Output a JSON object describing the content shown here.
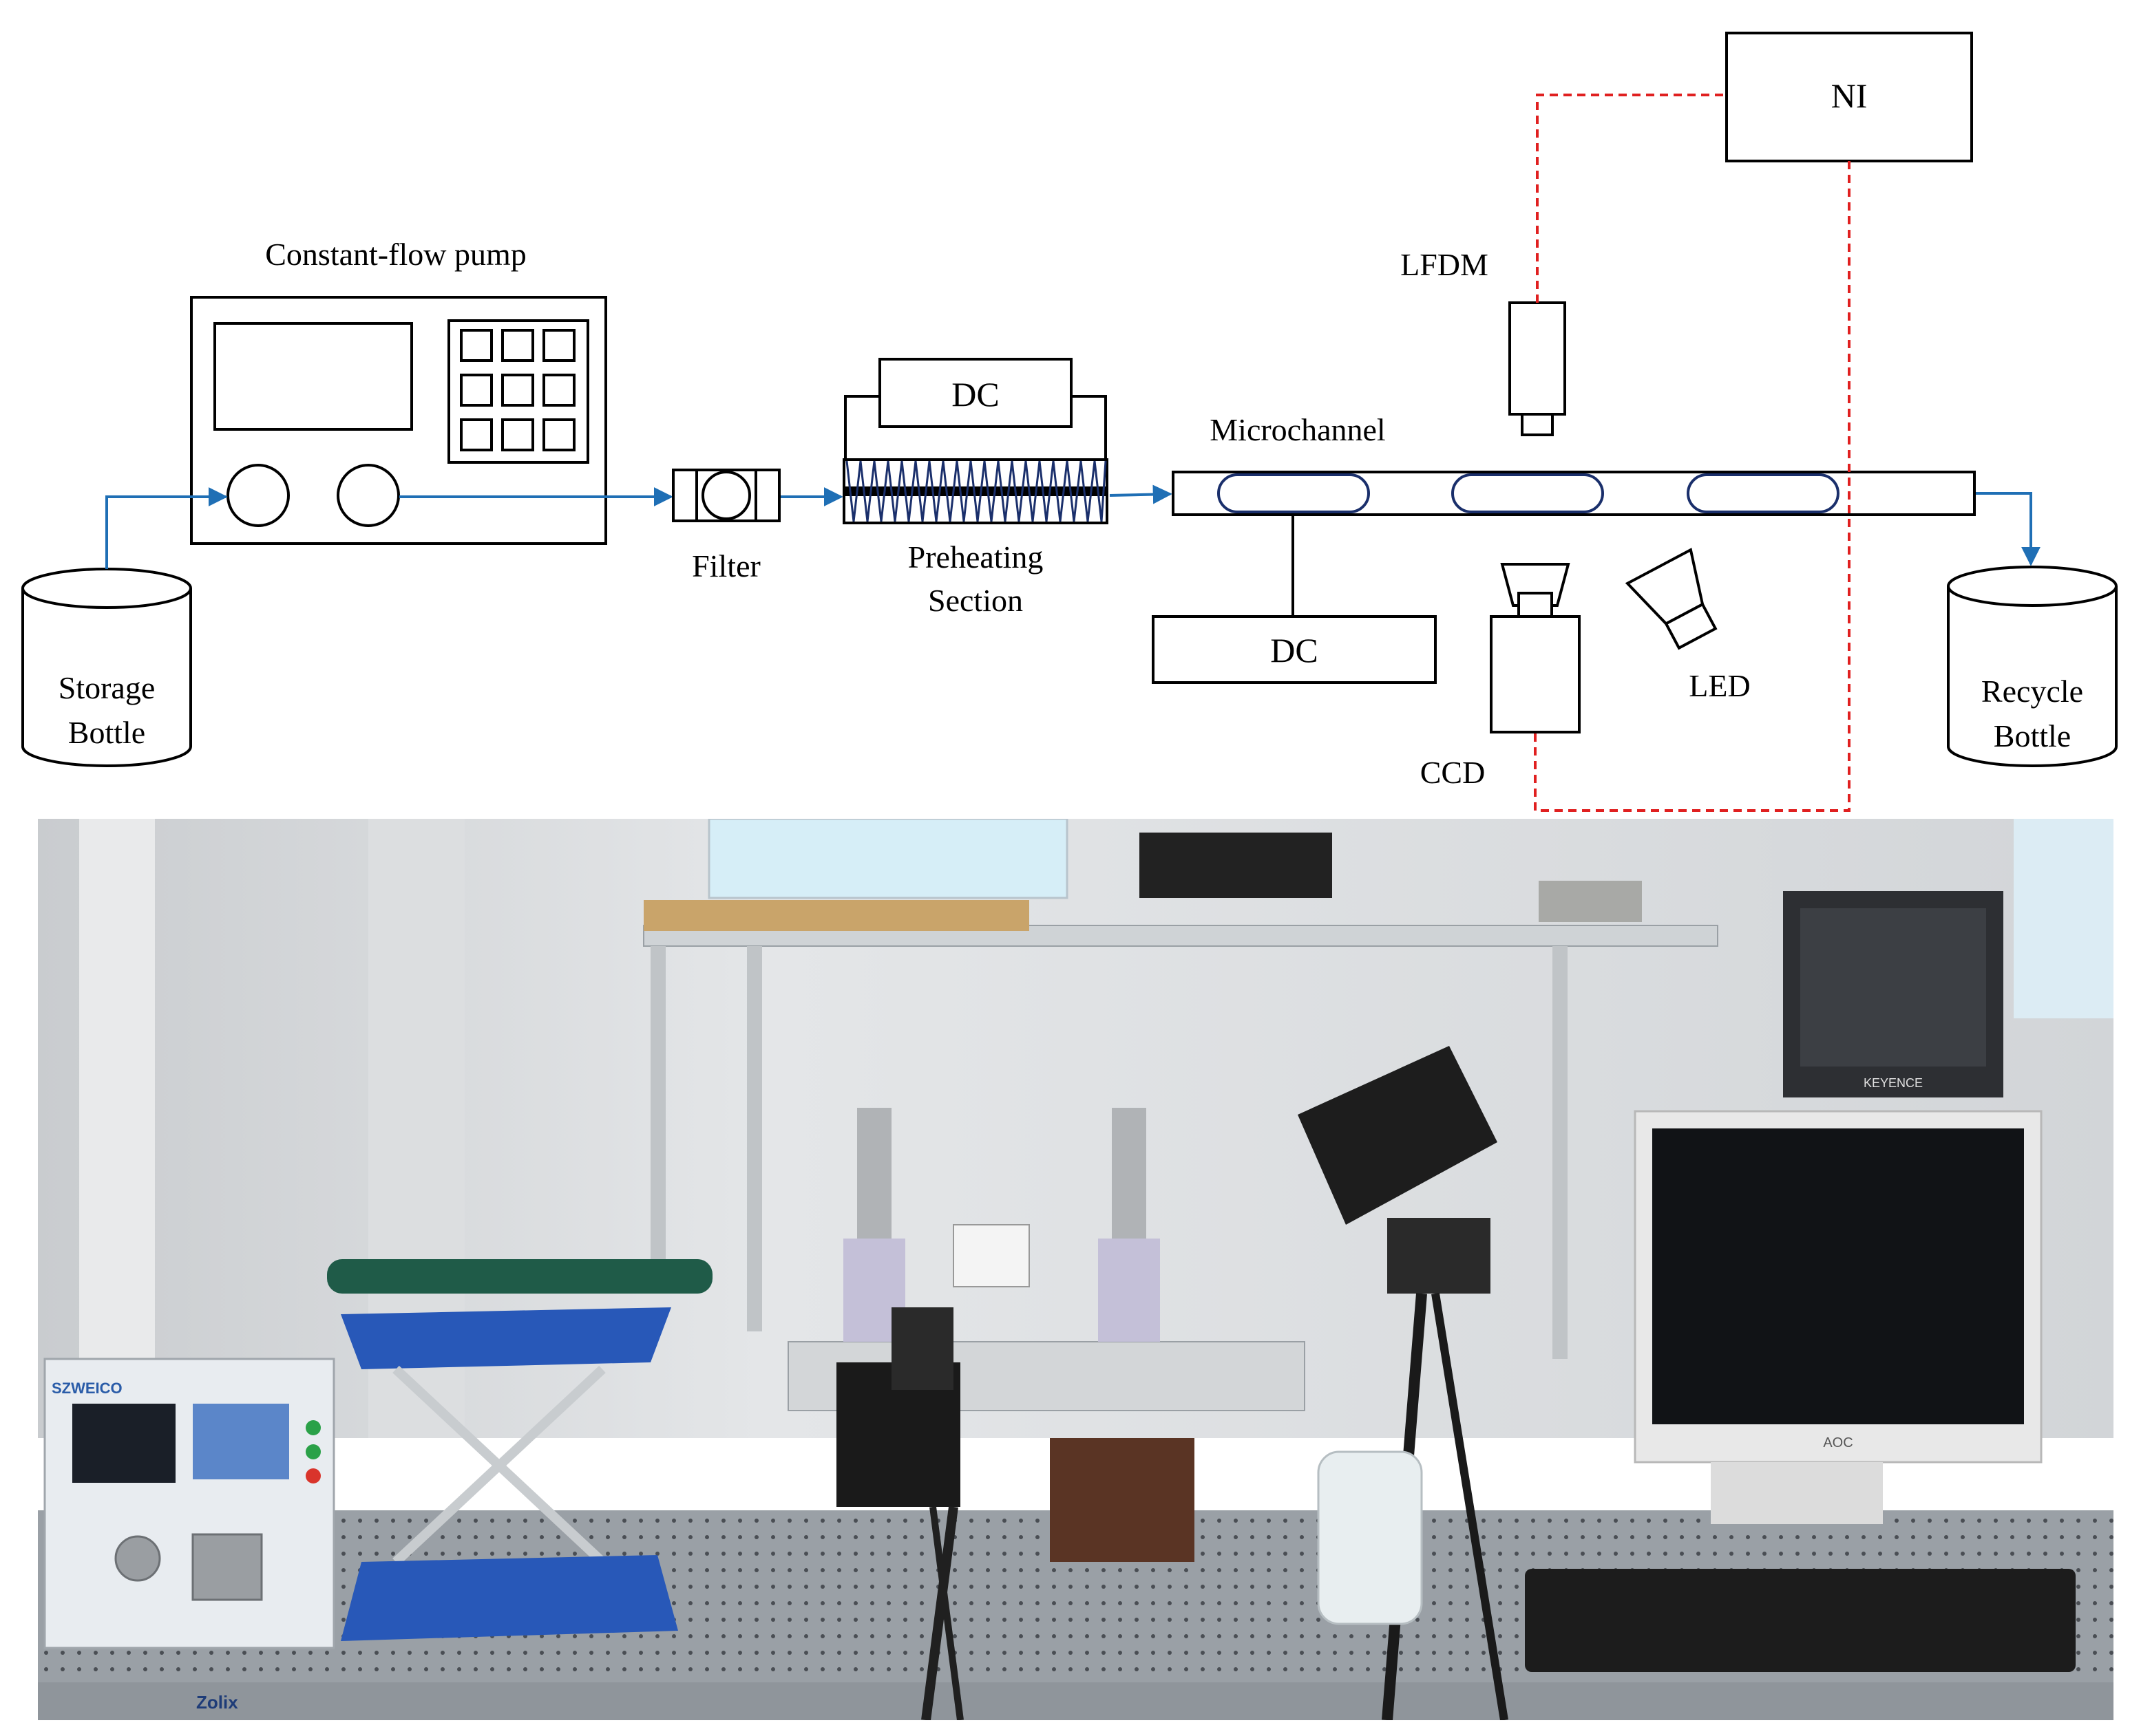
{
  "diagram": {
    "labels": {
      "pump": "Constant-flow pump",
      "filter": "Filter",
      "preheating_line1": "Preheating",
      "preheating_line2": "Section",
      "dc_top": "DC",
      "dc_bottom": "DC",
      "microchannel": "Microchannel",
      "lfdm": "LFDM",
      "ni": "NI",
      "ccd": "CCD",
      "led": "LED",
      "storage_line1": "Storage",
      "storage_line2": "Bottle",
      "recycle_line1": "Recycle",
      "recycle_line2": "Bottle"
    },
    "colors": {
      "flow_line": "#1f6fb5",
      "signal_line": "#e02020",
      "bubble_outline": "#1a2f6b",
      "coil": "#1a2f6b"
    }
  },
  "photo": {
    "labels": {
      "pump_brand": "SZWEICO",
      "monitor_brand": "AOC",
      "touchscreen_brand": "KEYENCE",
      "table_brand": "Zolix"
    }
  }
}
